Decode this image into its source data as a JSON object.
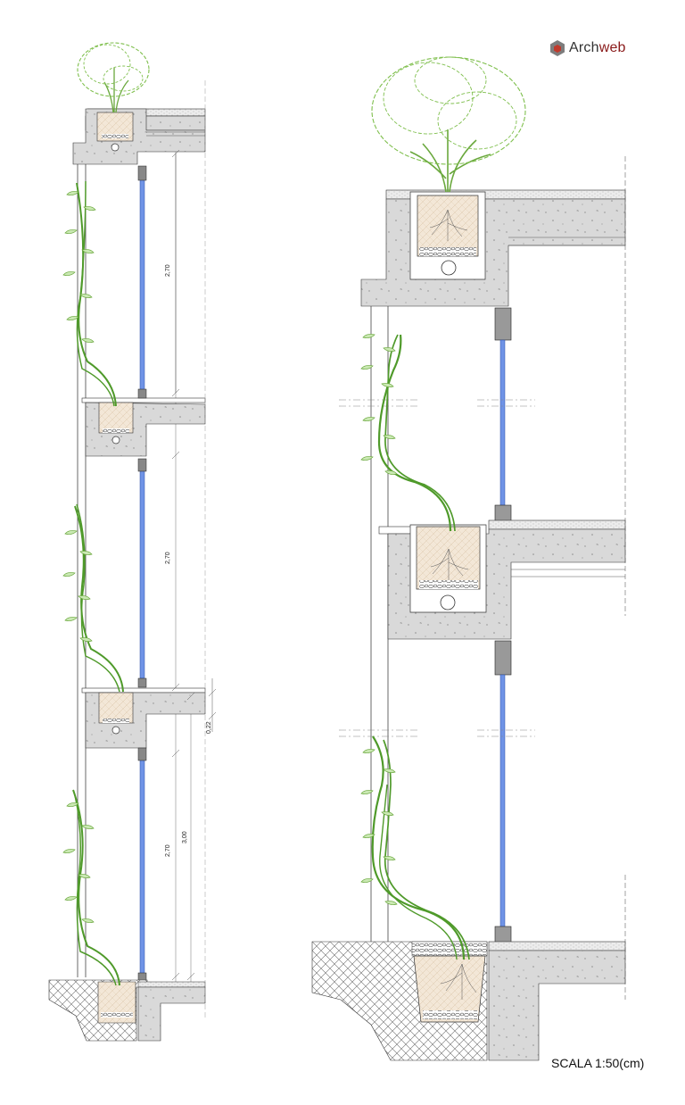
{
  "brand": {
    "name_part1": "Arch",
    "name_part2": "web",
    "accent": "#8a1a1a"
  },
  "scale_label": "SCALA 1:50(cm)",
  "left_section": {
    "dimensions": [
      "2,70",
      "2,70",
      "2,70",
      "3,00",
      "0,22"
    ]
  },
  "colors": {
    "concrete": "#d9d9d9",
    "glass": "#6f93e6",
    "vine": "#4f9a2a",
    "leaf": "#7fbf4d",
    "soil": "#f1e4d2",
    "ground_hatch": "#777777"
  }
}
